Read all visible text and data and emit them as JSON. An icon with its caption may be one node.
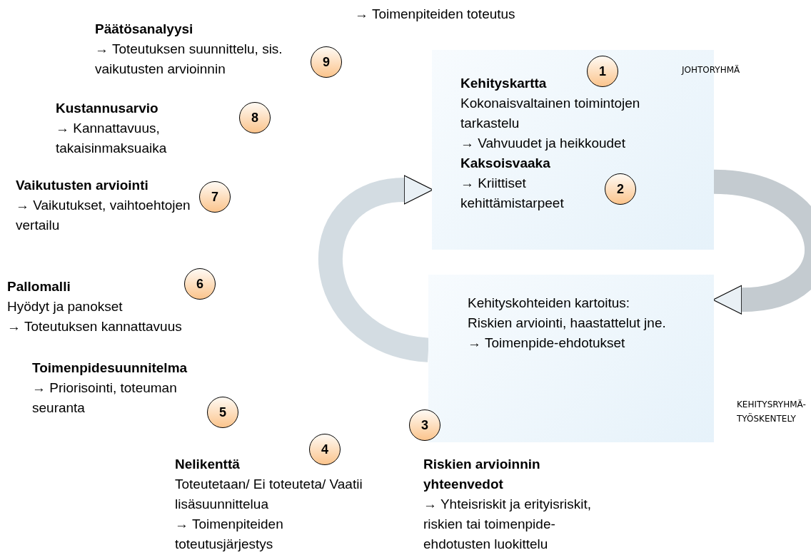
{
  "diagram": {
    "nodes": [
      {
        "text": [],
        "shape": "box"
      },
      {
        "text": [
          "1"
        ],
        "in": 0,
        "beside": [
          "Kehityskartta",
          "Kokonaisvaltainen toimintojen tarkastelu",
          "→ Vahvuudet ja heikkoudet"
        ]
      },
      {
        "text": [
          "2"
        ],
        "in": 0,
        "beside": [
          "Kaksoisvaaka",
          "→ Kriittiset kehittämistarpeet"
        ]
      },
      {
        "text": [
          "Kehityskohteiden kartoitus:",
          "Riskien arviointi, haastattelut jne.",
          "→ Toimenpide-ehdotukset"
        ]
      },
      {
        "text": [
          "3"
        ],
        "beside": [
          "Riskien arvioinnin yhteenvedot",
          "→ Yhteisriskit ja erityisriskit, riskien tai toimenpide-ehdotusten luokittelu"
        ]
      },
      {
        "text": [
          "4"
        ],
        "beside": [
          "Nelikenttä",
          "Toteutetaan/ Ei toteuteta/ Vaatii lisäsuunnittelua",
          "→ Toimenpiteiden toteutusjärjestys"
        ]
      },
      {
        "text": [
          "5"
        ],
        "beside": [
          "Toimenpidesuunnitelma",
          "→ Priorisointi, toteuman seuranta"
        ]
      },
      {
        "text": [
          "6"
        ],
        "beside": [
          "Pallomalli",
          "Hyödyt ja panokset",
          "→ Toteutuksen kannattavuus"
        ]
      },
      {
        "text": [
          "7"
        ],
        "beside": [
          "Vaikutusten arviointi",
          "→ Vaikutukset, vaihtoehtojen vertailu"
        ]
      },
      {
        "text": [
          "8"
        ],
        "beside": [
          "Kustannusarvio",
          "→ Kannattavuus, takaisinmaksuaika"
        ]
      },
      {
        "text": [
          "9"
        ],
        "beside": [
          "Päätösanalyysi",
          "→ Toteutuksen suunnittelu, sis. vaikutusten arvioinnin"
        ]
      }
    ],
    "edges": [
      {
        "from": 3,
        "to": 0,
        "arrow": "to"
      },
      {
        "from": 0,
        "to": 3,
        "arrow": "to"
      }
    ],
    "labels": [
      "→ Toimenpiteiden toteutus",
      "JOHTORYHMÄ",
      "KEHITYSRYHMÄ-TYÖSKENTELY"
    ]
  }
}
